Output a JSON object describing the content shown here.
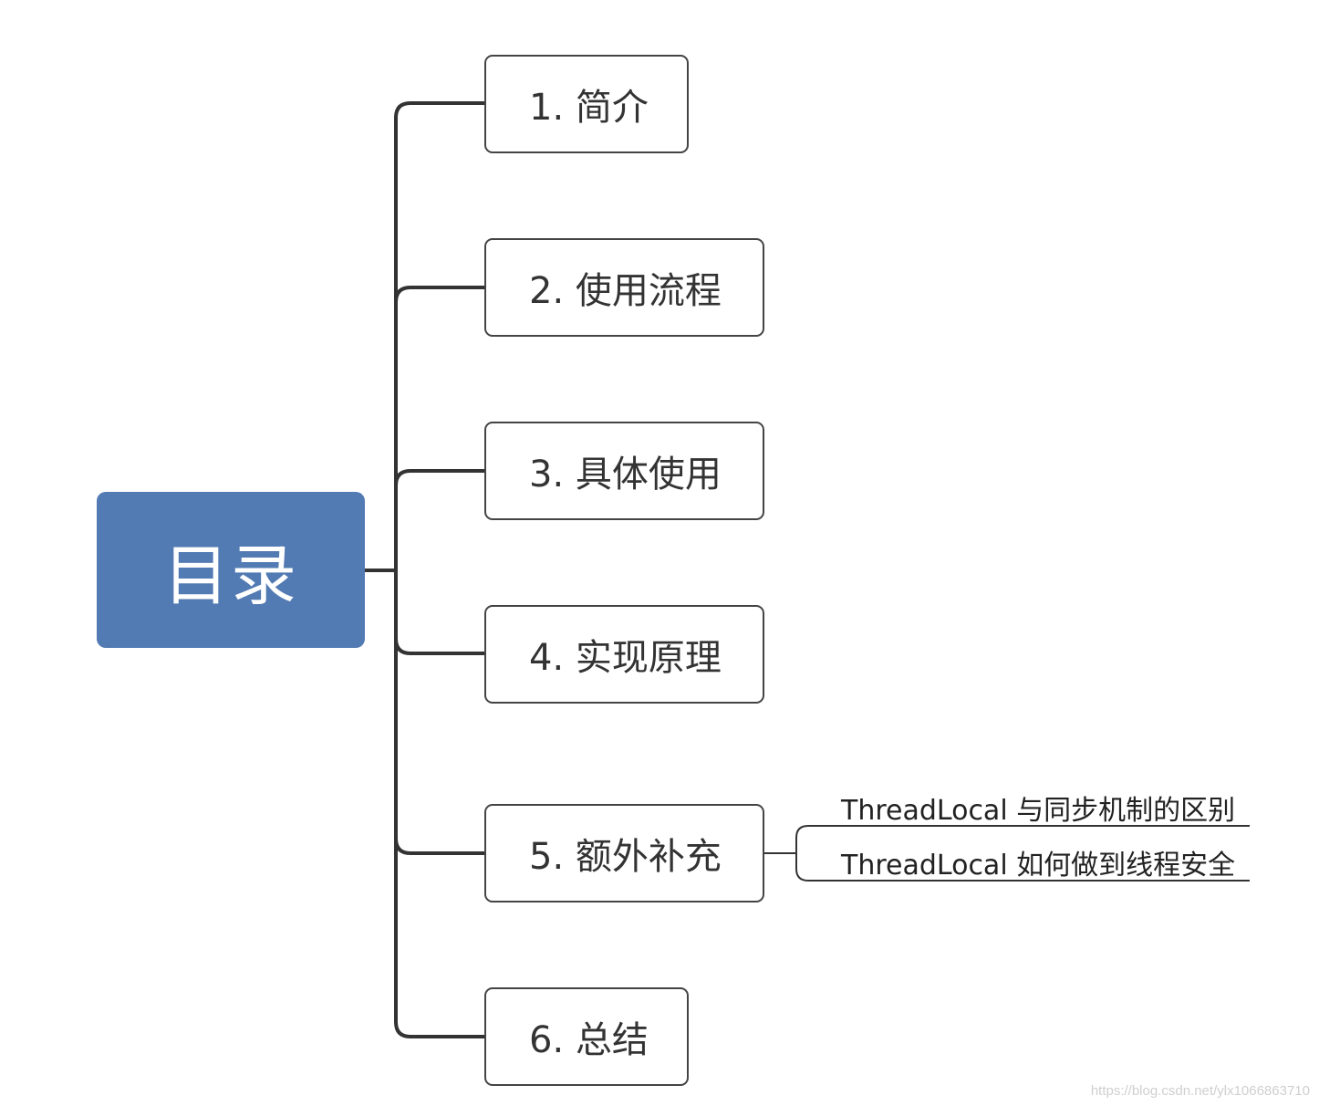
{
  "root": {
    "label": "目录",
    "color": "#527ab3"
  },
  "branches": [
    {
      "label": "1. 简介"
    },
    {
      "label": "2. 使用流程"
    },
    {
      "label": "3. 具体使用"
    },
    {
      "label": "4. 实现原理"
    },
    {
      "label": "5. 额外补充",
      "children": [
        {
          "label": "ThreadLocal 与同步机制的区别"
        },
        {
          "label": "ThreadLocal 如何做到线程安全"
        }
      ]
    },
    {
      "label": "6. 总结"
    }
  ],
  "watermark": "https://blog.csdn.net/ylx1066863710"
}
